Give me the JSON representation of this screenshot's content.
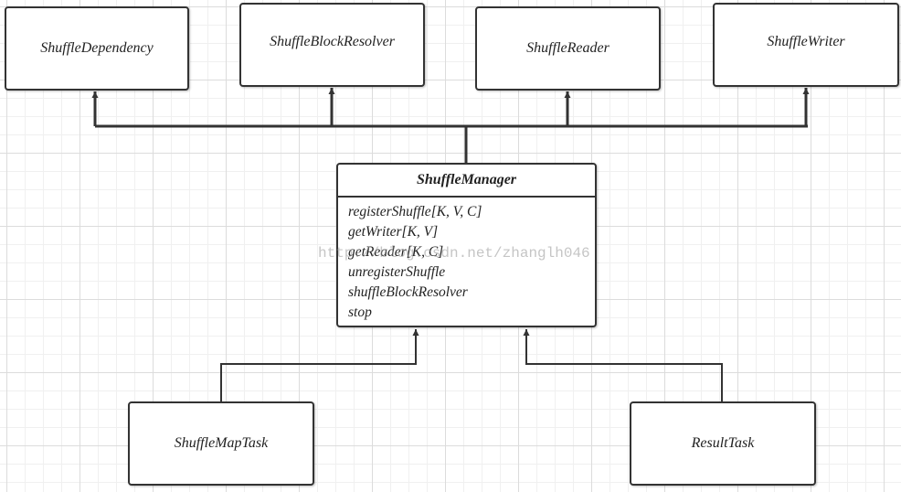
{
  "dependencies": {
    "shuffle_dependency": "ShuffleDependency",
    "shuffle_block_resolver": "ShuffleBlockResolver",
    "shuffle_reader": "ShuffleReader",
    "shuffle_writer": "ShuffleWriter"
  },
  "manager": {
    "title": "ShuffleManager",
    "methods": [
      "registerShuffle[K, V, C]",
      "getWriter[K, V]",
      "getReader[K, C]",
      "unregisterShuffle",
      "shuffleBlockResolver",
      "stop"
    ]
  },
  "tasks": {
    "shuffle_map_task": "ShuffleMapTask",
    "result_task": "ResultTask"
  },
  "watermark": "http://blog.csdn.net/zhanglh046"
}
